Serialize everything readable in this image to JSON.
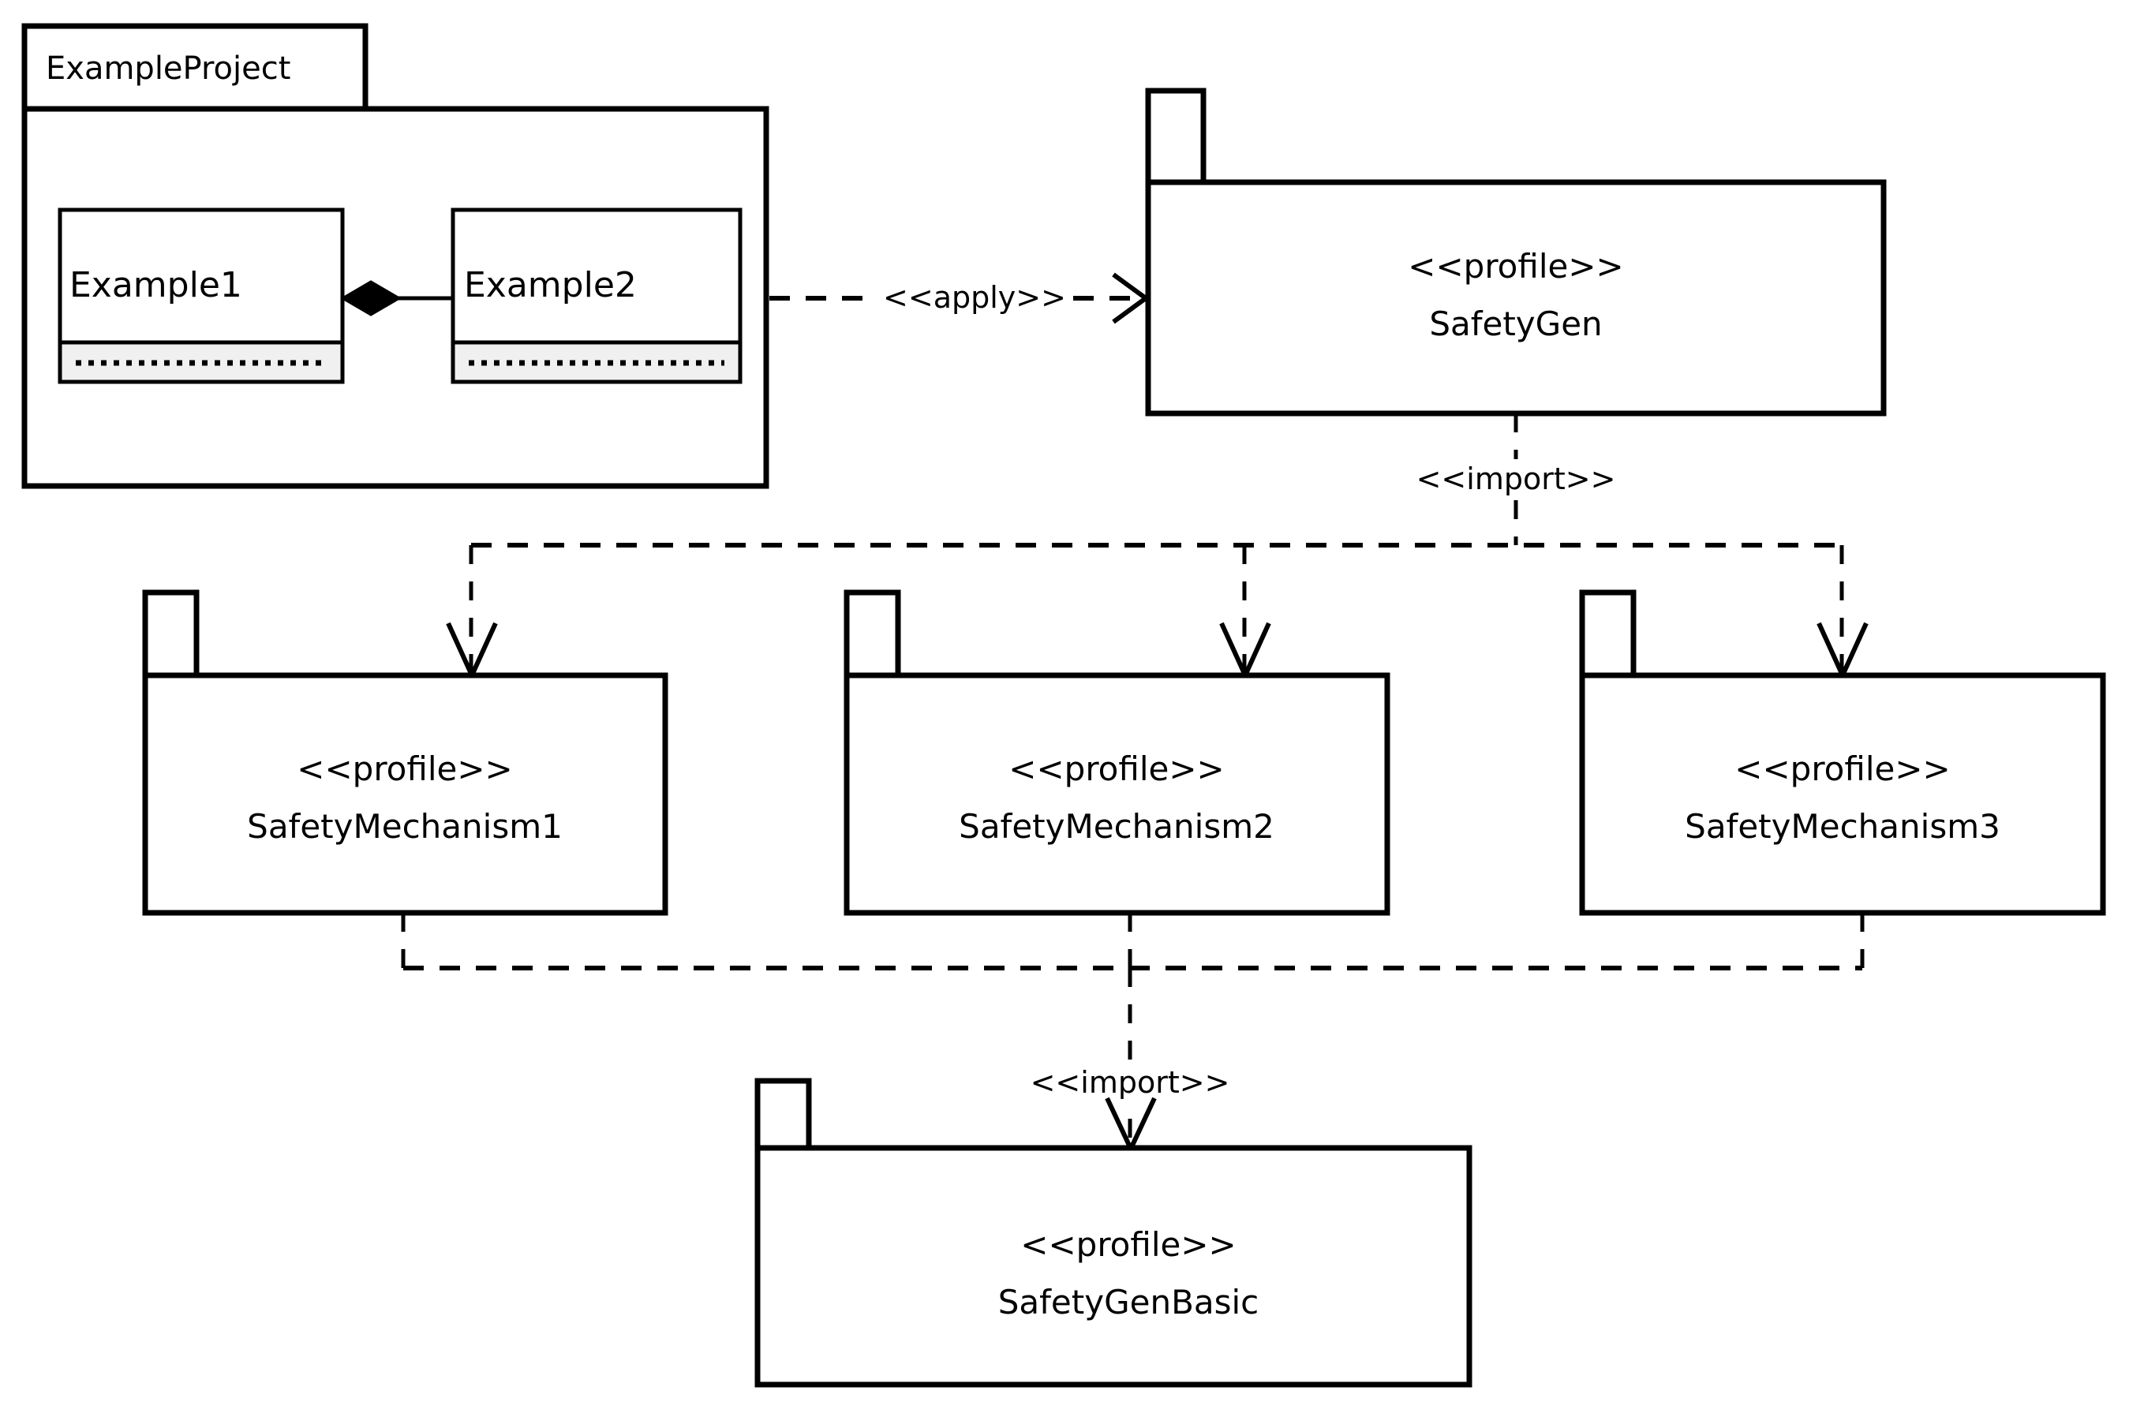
{
  "diagram": {
    "type": "uml-package-diagram",
    "background": "#ffffff",
    "line_color": "#000000",
    "compartment_fill": "#f0f0f0"
  },
  "project_package": {
    "name": "ExampleProject",
    "classes": [
      {
        "name": "Example1"
      },
      {
        "name": "Example2"
      }
    ],
    "association": {
      "kind": "composition",
      "source": "Example1",
      "target": "Example2"
    }
  },
  "packages": [
    {
      "id": "safetygen",
      "stereotype": "<<profile>>",
      "name": "SafetyGen"
    },
    {
      "id": "mech1",
      "stereotype": "<<profile>>",
      "name": "SafetyMechanism1"
    },
    {
      "id": "mech2",
      "stereotype": "<<profile>>",
      "name": "SafetyMechanism2"
    },
    {
      "id": "mech3",
      "stereotype": "<<profile>>",
      "name": "SafetyMechanism3"
    },
    {
      "id": "basic",
      "stereotype": "<<profile>>",
      "name": "SafetyGenBasic"
    }
  ],
  "relations": [
    {
      "id": "apply",
      "label": "<<apply>>",
      "from": "ExampleProject",
      "to": "SafetyGen",
      "style": "dashed-open-arrow"
    },
    {
      "id": "import-top",
      "label": "<<import>>",
      "from": "SafetyGen",
      "to": "SafetyMechanism1, SafetyMechanism2, SafetyMechanism3",
      "style": "dashed-open-arrow"
    },
    {
      "id": "import-bottom",
      "label": "<<import>>",
      "from": "SafetyMechanism1, SafetyMechanism2, SafetyMechanism3",
      "to": "SafetyGenBasic",
      "style": "dashed-open-arrow"
    }
  ],
  "labels": {
    "apply": "<<apply>>",
    "import_top": "<<import>>",
    "import_bottom": "<<import>>",
    "profile_stereotype": "<<profile>>"
  }
}
